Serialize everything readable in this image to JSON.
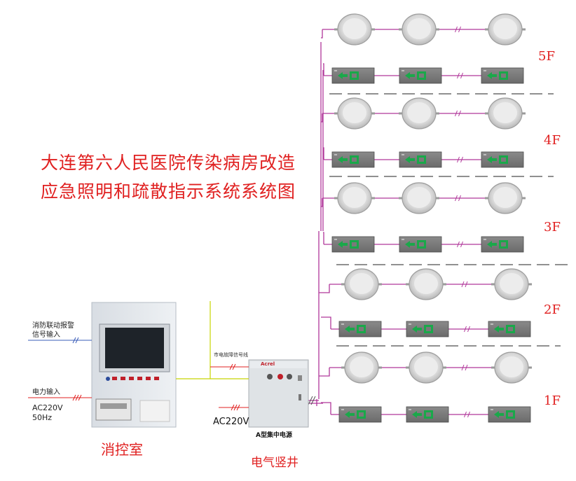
{
  "title": {
    "line1": "大连第六人民医院传染病房改造",
    "line2": "应急照明和疏散指示系统系统图"
  },
  "rooms": {
    "control_room": "消控室",
    "shaft": "电气竖井"
  },
  "inputs": {
    "fire_signal_line1": "消防联动报警",
    "fire_signal_line2": "信号输入",
    "power_input": "电力输入",
    "power_spec_line1": "AC220V",
    "power_spec_line2": "50Hz",
    "mains_fault_signal": "市电故障信号线",
    "supply_voltage": "AC220V"
  },
  "power_unit": {
    "label": "A型集中电源",
    "brand": "Acrel"
  },
  "floors": [
    "5F",
    "4F",
    "3F",
    "2F",
    "1F"
  ],
  "colors": {
    "title": "#e02020",
    "wire": "#b0379a",
    "signal_wire": "#c8d400",
    "exit_arrow": "#1aa84a"
  },
  "icons": [
    "emergency-downlight-icon",
    "exit-sign-icon",
    "cable-break-icon",
    "controller-cabinet-icon",
    "power-supply-icon"
  ]
}
